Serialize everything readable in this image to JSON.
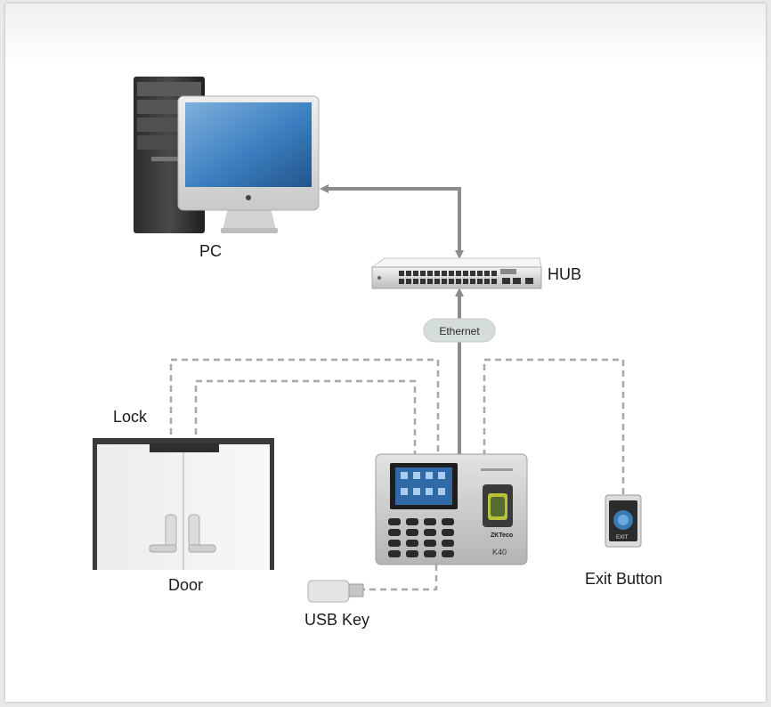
{
  "labels": {
    "pc": "PC",
    "hub": "HUB",
    "ethernet": "Ethernet",
    "lock": "Lock",
    "door": "Door",
    "usb_key": "USB Key",
    "exit_button": "Exit Button"
  },
  "device": {
    "brand": "ZKTeco",
    "model": "K40",
    "exit_plate_text": "EXIT"
  },
  "colors": {
    "connector": "#8c8c8c",
    "ethernet_pill": "#d5ddd9",
    "device_body": "#c9c9c9",
    "screen_blue": "#2f6aa6"
  }
}
